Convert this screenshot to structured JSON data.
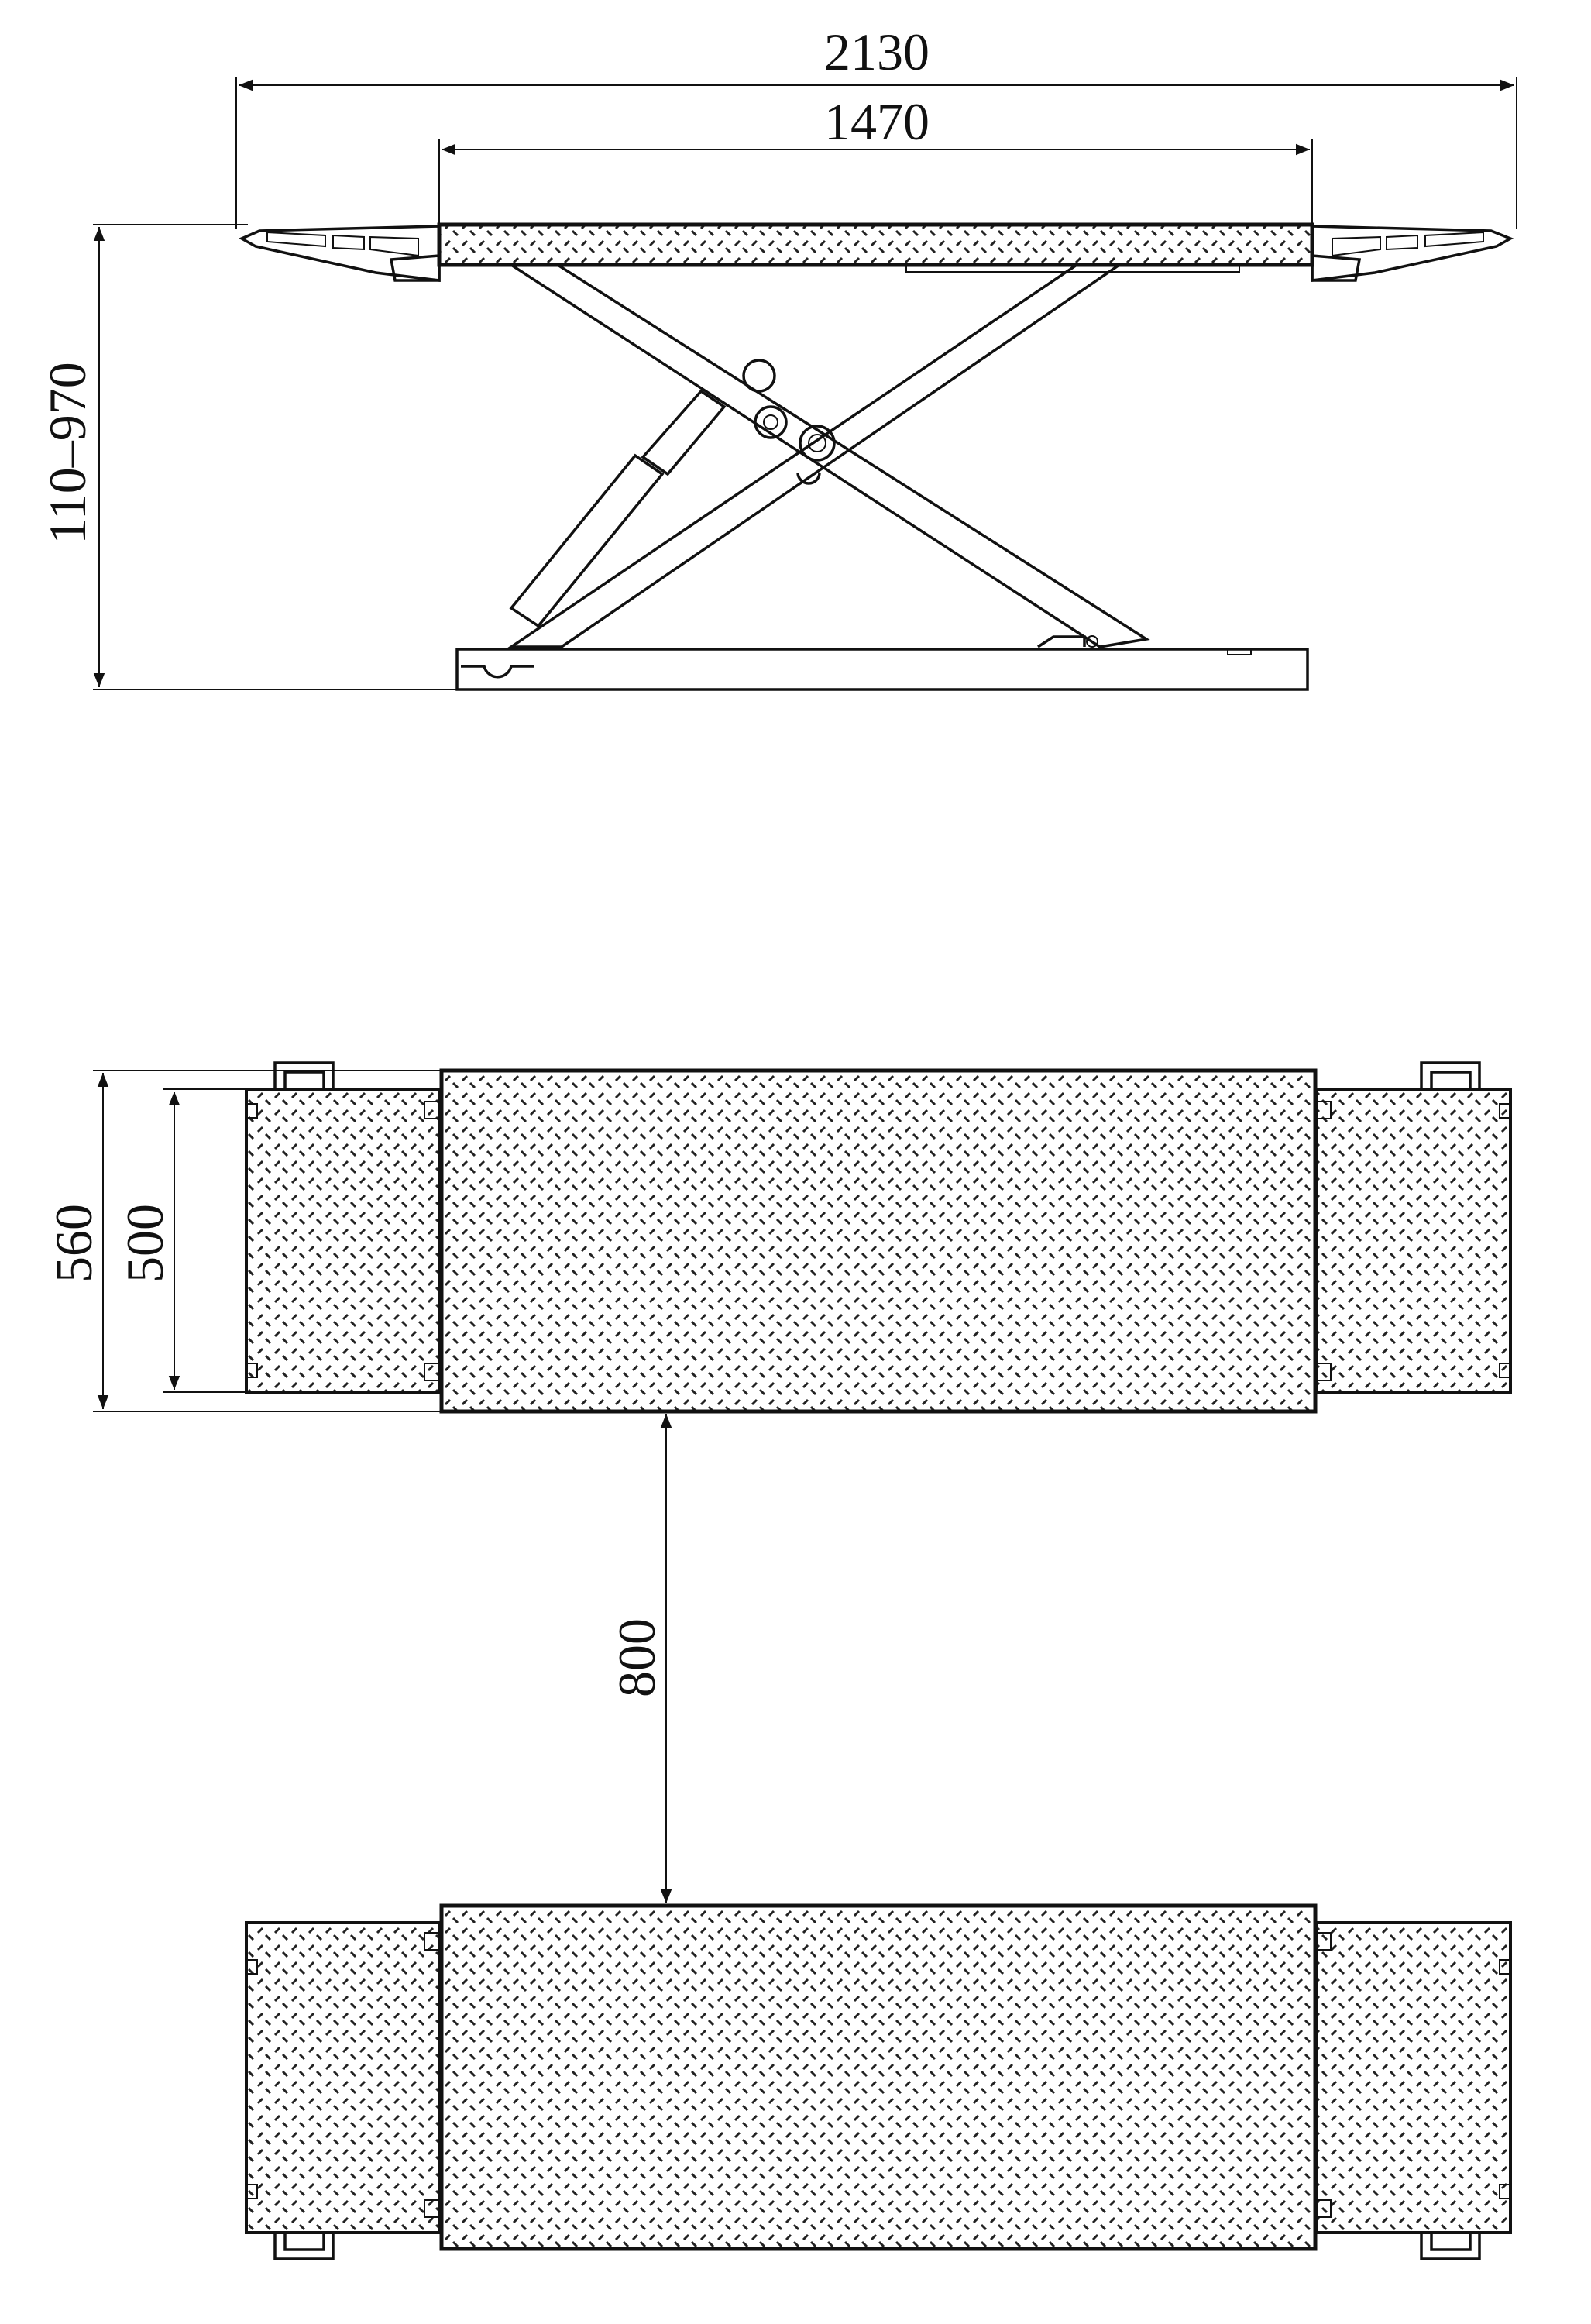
{
  "dimensions": {
    "overall_length": "2130",
    "platform_length": "1470",
    "height_range": "110–970",
    "outer_width": "560",
    "inner_width": "500",
    "platform_gap": "800"
  },
  "colors": {
    "line": "#111111",
    "background": "#ffffff"
  }
}
